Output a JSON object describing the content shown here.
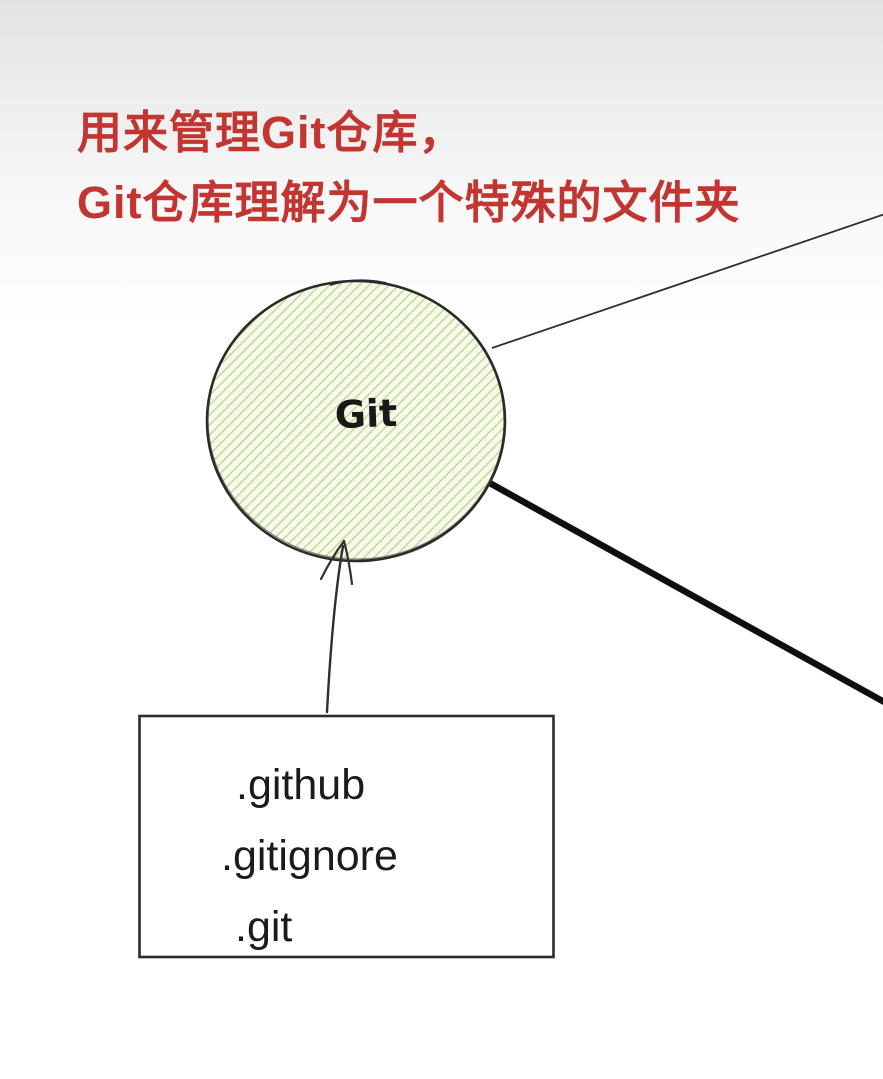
{
  "canvas": {
    "background_top_color": "#e3e3e3",
    "background_bottom_color": "#ffffff"
  },
  "annotation": {
    "line1": "用来管理Git仓库，",
    "line2": "Git仓库理解为一个特殊的文件夹",
    "color": "#c23531"
  },
  "git_node": {
    "label": "Git",
    "hatch_color": "#b8d784",
    "stroke_color": "#2b2b2b"
  },
  "files_box": {
    "items": [
      ".github",
      ".gitignore",
      ".git"
    ],
    "border_color": "#2b2b2b",
    "text_color": "#1b1b1b"
  },
  "connectors": {
    "arrow_to_circle": "arrow-from-files-box-to-git-circle",
    "thin_line": "line-from-circle-to-upper-right",
    "thick_line": "line-from-circle-to-lower-right"
  }
}
